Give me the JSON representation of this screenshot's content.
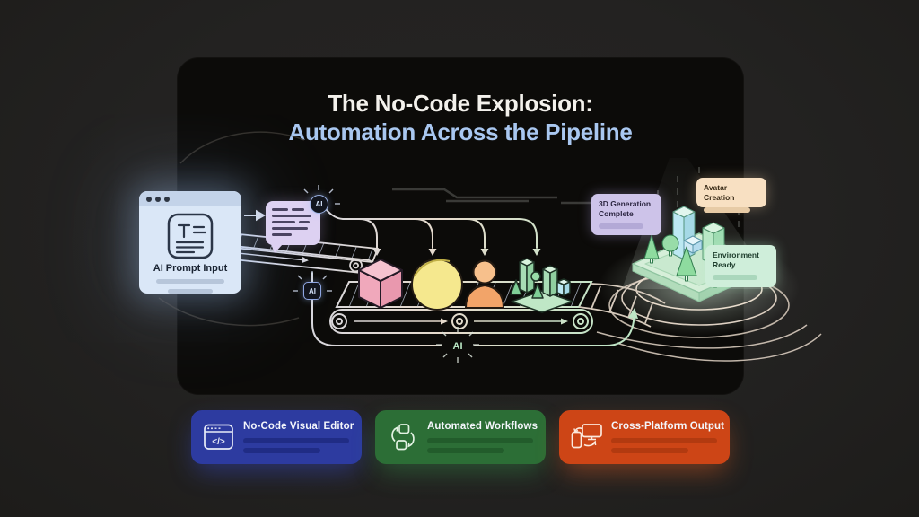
{
  "title": {
    "line1": "The No-Code Explosion:",
    "line2": "Automation Across the Pipeline"
  },
  "diagram": {
    "prompt_window": {
      "label": "AI Prompt Input"
    },
    "ai_badges": {
      "bubble": "AI",
      "belt": "AI",
      "loop": "AI"
    },
    "conveyor_items": [
      "3d-cube",
      "sphere",
      "avatar",
      "city-model"
    ],
    "status_cards": [
      {
        "label": "3D Generation Complete",
        "bg": "#cdc3e9"
      },
      {
        "label": "Avatar Creation",
        "bg": "#f8e0c2"
      },
      {
        "label": "Environment Ready",
        "bg": "#cfeeda"
      }
    ]
  },
  "features": [
    {
      "label": "No-Code Visual Editor",
      "bg": "#2d3ba0",
      "icon": "code-window-icon",
      "glyph": "</>"
    },
    {
      "label": "Automated Workflows",
      "bg": "#2c6e36",
      "icon": "workflow-loop-icon"
    },
    {
      "label": "Cross-Platform Output",
      "bg": "#cd4516",
      "icon": "devices-icon"
    }
  ],
  "colors": {
    "page_bg": "#232221",
    "panel_bg": "#0c0b09",
    "title_line1": "#f3f1ec",
    "title_line2": "#a9c7f0",
    "cube": "#f4b9c8",
    "sphere": "#f5e88e",
    "avatar": "#f3aa70",
    "environment_green": "#bfe7c6",
    "belt_stroke_left": "#c9d3ee",
    "belt_stroke_right": "#b5e3c0"
  }
}
